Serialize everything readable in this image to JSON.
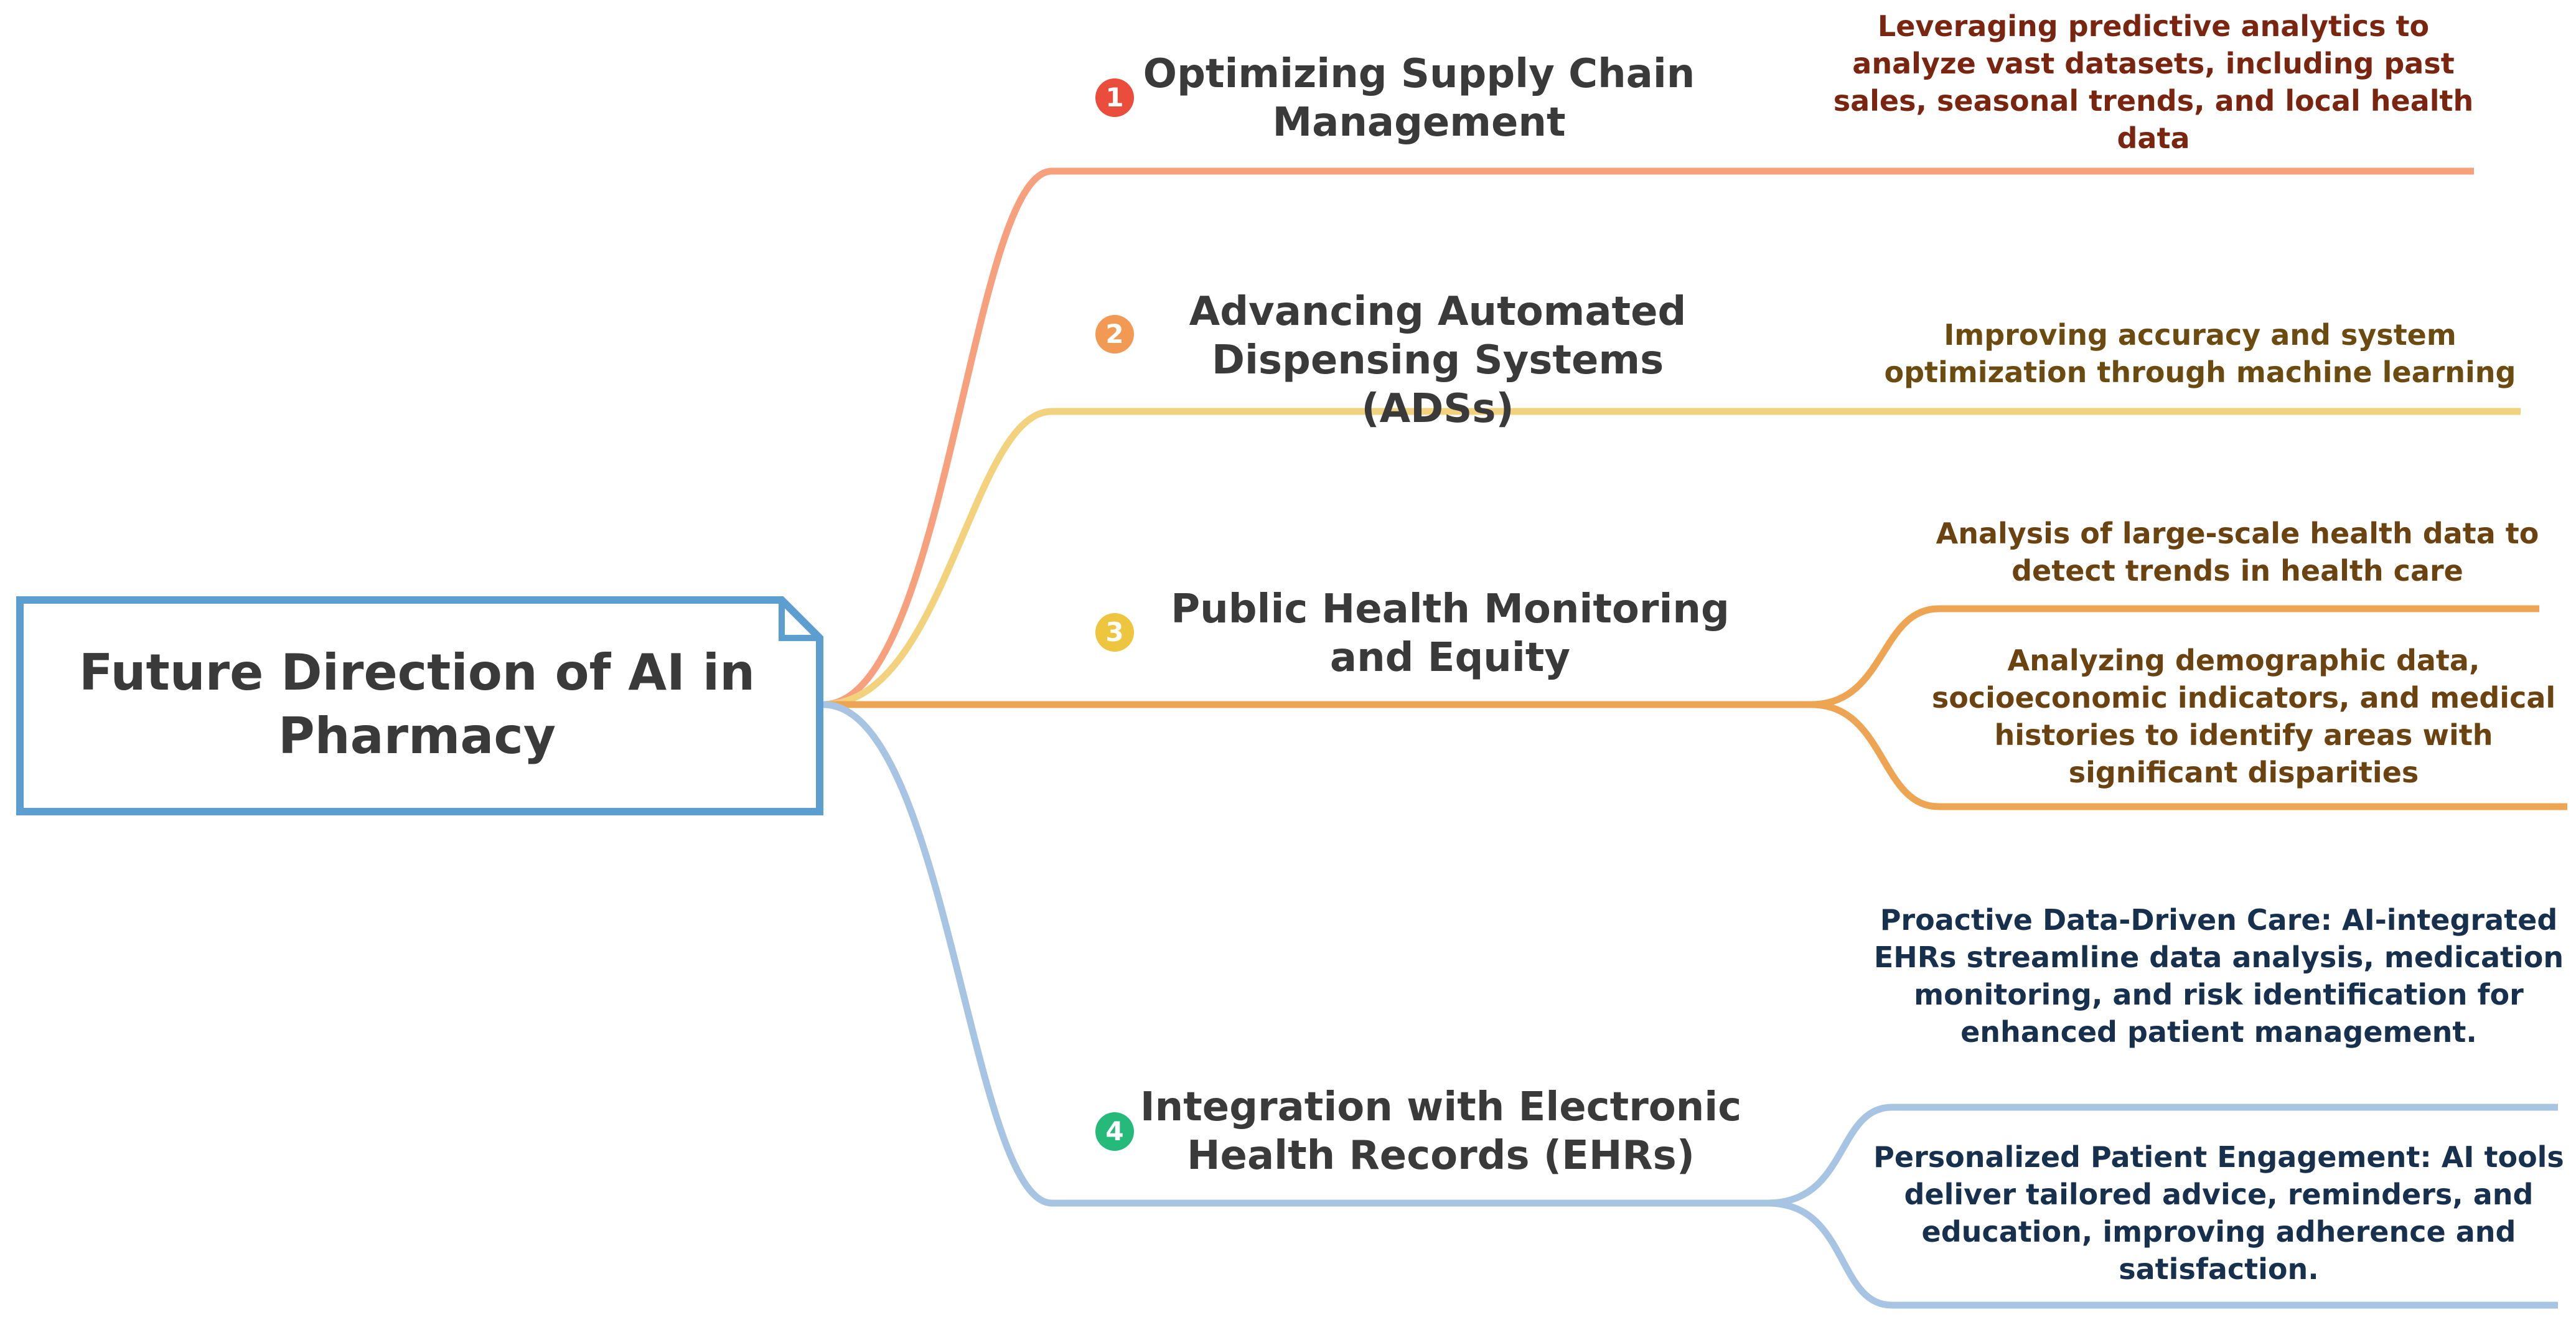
{
  "root": {
    "title": "Future Direction of AI in Pharmacy"
  },
  "branches": [
    {
      "number": "1",
      "title": "Optimizing Supply Chain Management",
      "color": "#f7a07e",
      "badge_color": "#ea4d3b",
      "leaves": [
        "Leveraging predictive analytics to analyze vast datasets, including past sales, seasonal trends, and local health data"
      ]
    },
    {
      "number": "2",
      "title": "Advancing Automated Dispensing Systems (ADSs)",
      "color": "#f3d27e",
      "badge_color": "#f29a53",
      "leaves": [
        "Improving accuracy and system optimization through machine learning"
      ]
    },
    {
      "number": "3",
      "title": "Public Health Monitoring and Equity",
      "color": "#eda553",
      "badge_color": "#eec53e",
      "leaves": [
        "Analysis of large-scale health data to detect trends in health care",
        "Analyzing demographic data, socioeconomic indicators, and medical histories to identify areas with significant disparities"
      ]
    },
    {
      "number": "4",
      "title": "Integration with Electronic Health Records (EHRs)",
      "color": "#a7c5e3",
      "badge_color": "#25b97a",
      "leaves": [
        "Proactive Data-Driven Care: AI-integrated EHRs streamline data analysis, medication monitoring, and risk identification for enhanced patient management.",
        "Personalized Patient Engagement: AI tools deliver tailored advice, reminders, and education, improving adherence and satisfaction."
      ]
    }
  ],
  "root_color": "#5b9ecf"
}
